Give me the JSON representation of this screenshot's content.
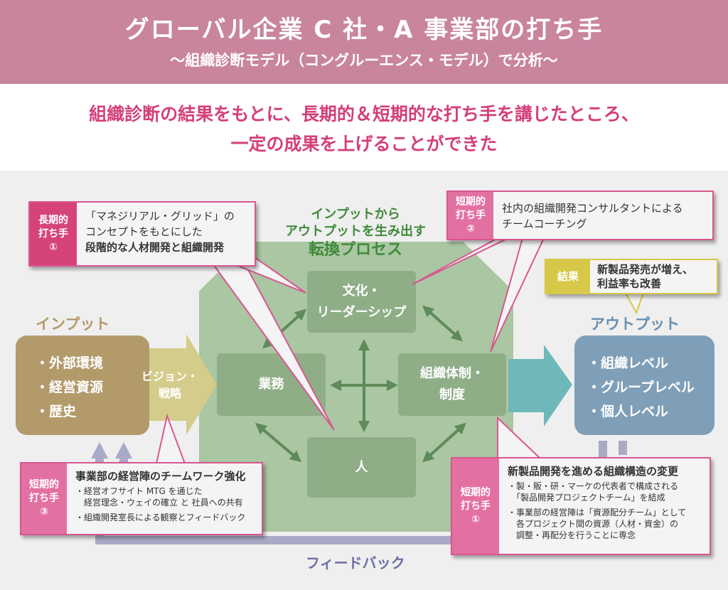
{
  "header": {
    "title": "グローバル企業 C 社・A 事業部の打ち手",
    "subtitle": "〜組織診断モデル（コングルーエンス・モデル）で分析〜"
  },
  "lead": {
    "line1": "組織診断の結果をもとに、長期的＆短期的な打ち手を講じたところ、",
    "line2": "一定の成果を上げることができた"
  },
  "process": {
    "line1": "インプットから",
    "line2": "アウトプットを生み出す",
    "line3": "転換プロセス",
    "culture": [
      "文化・",
      "リーダーシップ"
    ],
    "work": "業務",
    "structure": [
      "組織体制・",
      "制度"
    ],
    "people": "人"
  },
  "input": {
    "title": "インプット",
    "items": [
      "・外部環境",
      "・経営資源",
      "・歴史"
    ],
    "vision": [
      "ビジョン・",
      "戦略"
    ]
  },
  "output": {
    "title": "アウトプット",
    "items": [
      "・組織レベル",
      "・グループレベル",
      "・個人レベル"
    ]
  },
  "feedback": "フィードバック",
  "callouts": {
    "long1": {
      "tag": [
        "長期的",
        "打ち手",
        "①"
      ],
      "lines": [
        "「マネジリアル・グリッド」の",
        "コンセプトをもとにした",
        "段階的な人材開発と組織開発"
      ]
    },
    "short2": {
      "tag": [
        "短期的",
        "打ち手",
        "②"
      ],
      "lines": [
        "社内の組織開発コンサルタントによる",
        "チームコーチング"
      ]
    },
    "result": {
      "tag": "結果",
      "lines": [
        "新製品発売が増え、",
        "利益率も改善"
      ]
    },
    "short3": {
      "tag": [
        "短期的",
        "打ち手",
        "③"
      ],
      "heading": "事業部の経営陣のチームワーク強化",
      "bullets": [
        "・経営オフサイト MTG を通じた",
        "　経営理念・ウェイの確立 と 社員への共有",
        "・組織開発室長による観察とフィードバック"
      ]
    },
    "short1": {
      "tag": [
        "短期的",
        "打ち手",
        "①"
      ],
      "heading": "新製品開発を進める組織構造の変更",
      "bullets": [
        "・製・販・研・マーケの代表者で構成される",
        "　「製品開発プロジェクトチーム」を結成",
        "・事業部の経営陣は「資源配分チーム」として",
        "　各プロジェクト間の資源（人材・資金）の",
        "　調整・再配分を行うことに専念"
      ]
    }
  },
  "colors": {
    "header": "#c9849e",
    "lead": "#d43f7b",
    "green": "#aac6a2",
    "pink": "#d8578f"
  }
}
